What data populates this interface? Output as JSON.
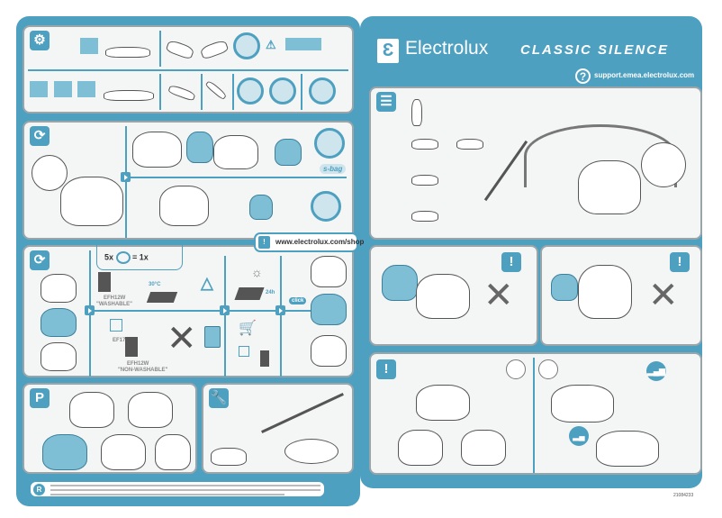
{
  "brand": {
    "name": "Electrolux",
    "product": "CLASSIC SILENCE",
    "support_url": "support.emea.electrolux.com"
  },
  "shop": {
    "url": "www.electrolux.com/shop"
  },
  "filter_panel": {
    "ratio_left": "5x",
    "ratio_right": "= 1x",
    "washable_model": "EFH12W",
    "washable_label": "\"WASHABLE\"",
    "temperature": "30°C",
    "dry_time": "24h",
    "nonwash_model_a": "EF17",
    "nonwash_model_b": "EFH12W",
    "nonwash_label": "\"NON-WASHABLE\"",
    "click_label": "click"
  },
  "bag_panel": {
    "sbag_logo": "s-bag"
  },
  "park_panel": {
    "label": "P"
  },
  "warning": {
    "label": "!"
  },
  "footer": {
    "lang_badge": "R"
  },
  "code": "21084233",
  "colors": {
    "accent": "#4ea0c0"
  }
}
